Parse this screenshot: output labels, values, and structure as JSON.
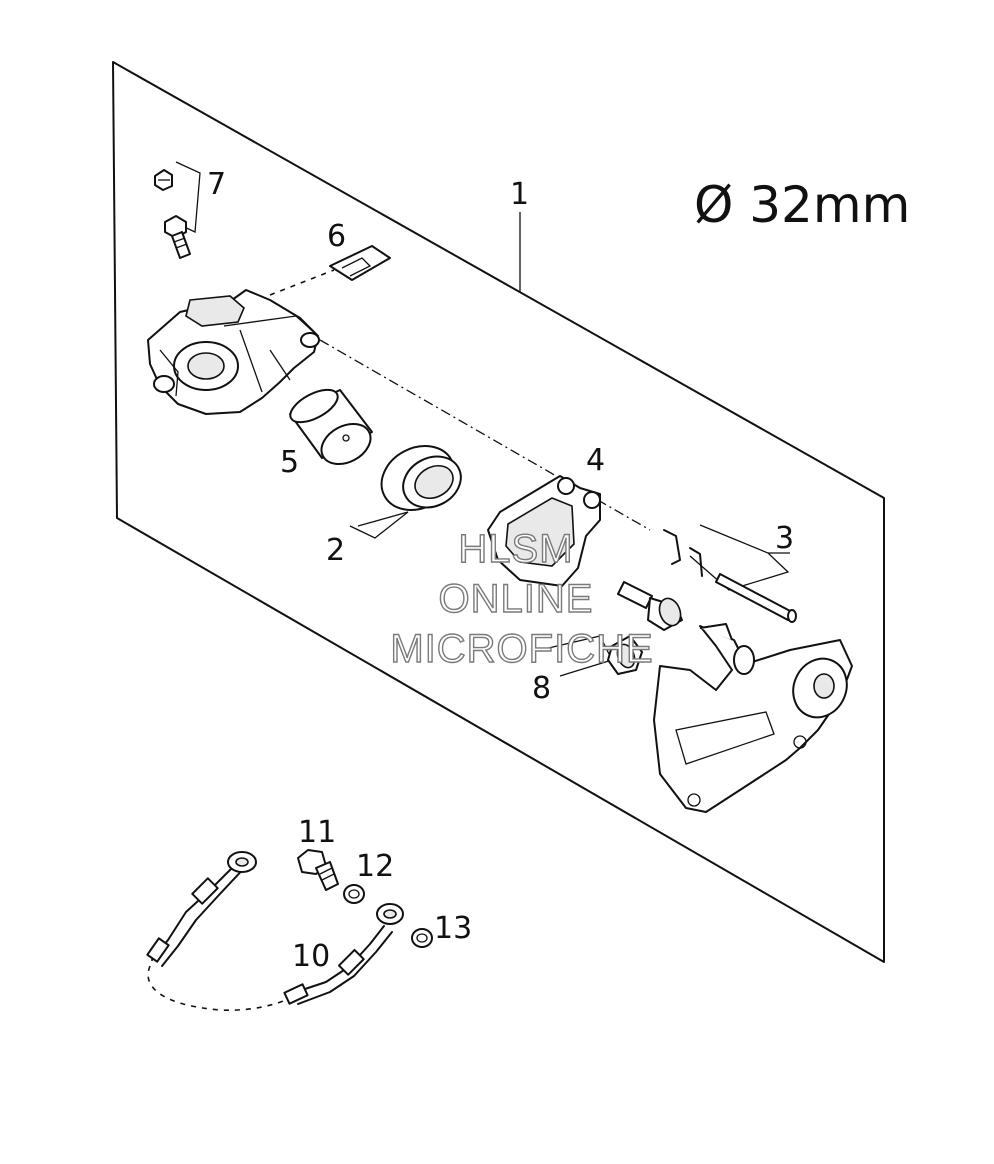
{
  "diagram": {
    "spec_label": "Ø 32mm",
    "callouts": [
      "1",
      "2",
      "3",
      "4",
      "5",
      "6",
      "7",
      "8",
      "10",
      "11",
      "12",
      "13"
    ],
    "watermark": [
      "HLSM",
      "ONLINE",
      "MICROFICHE"
    ]
  }
}
